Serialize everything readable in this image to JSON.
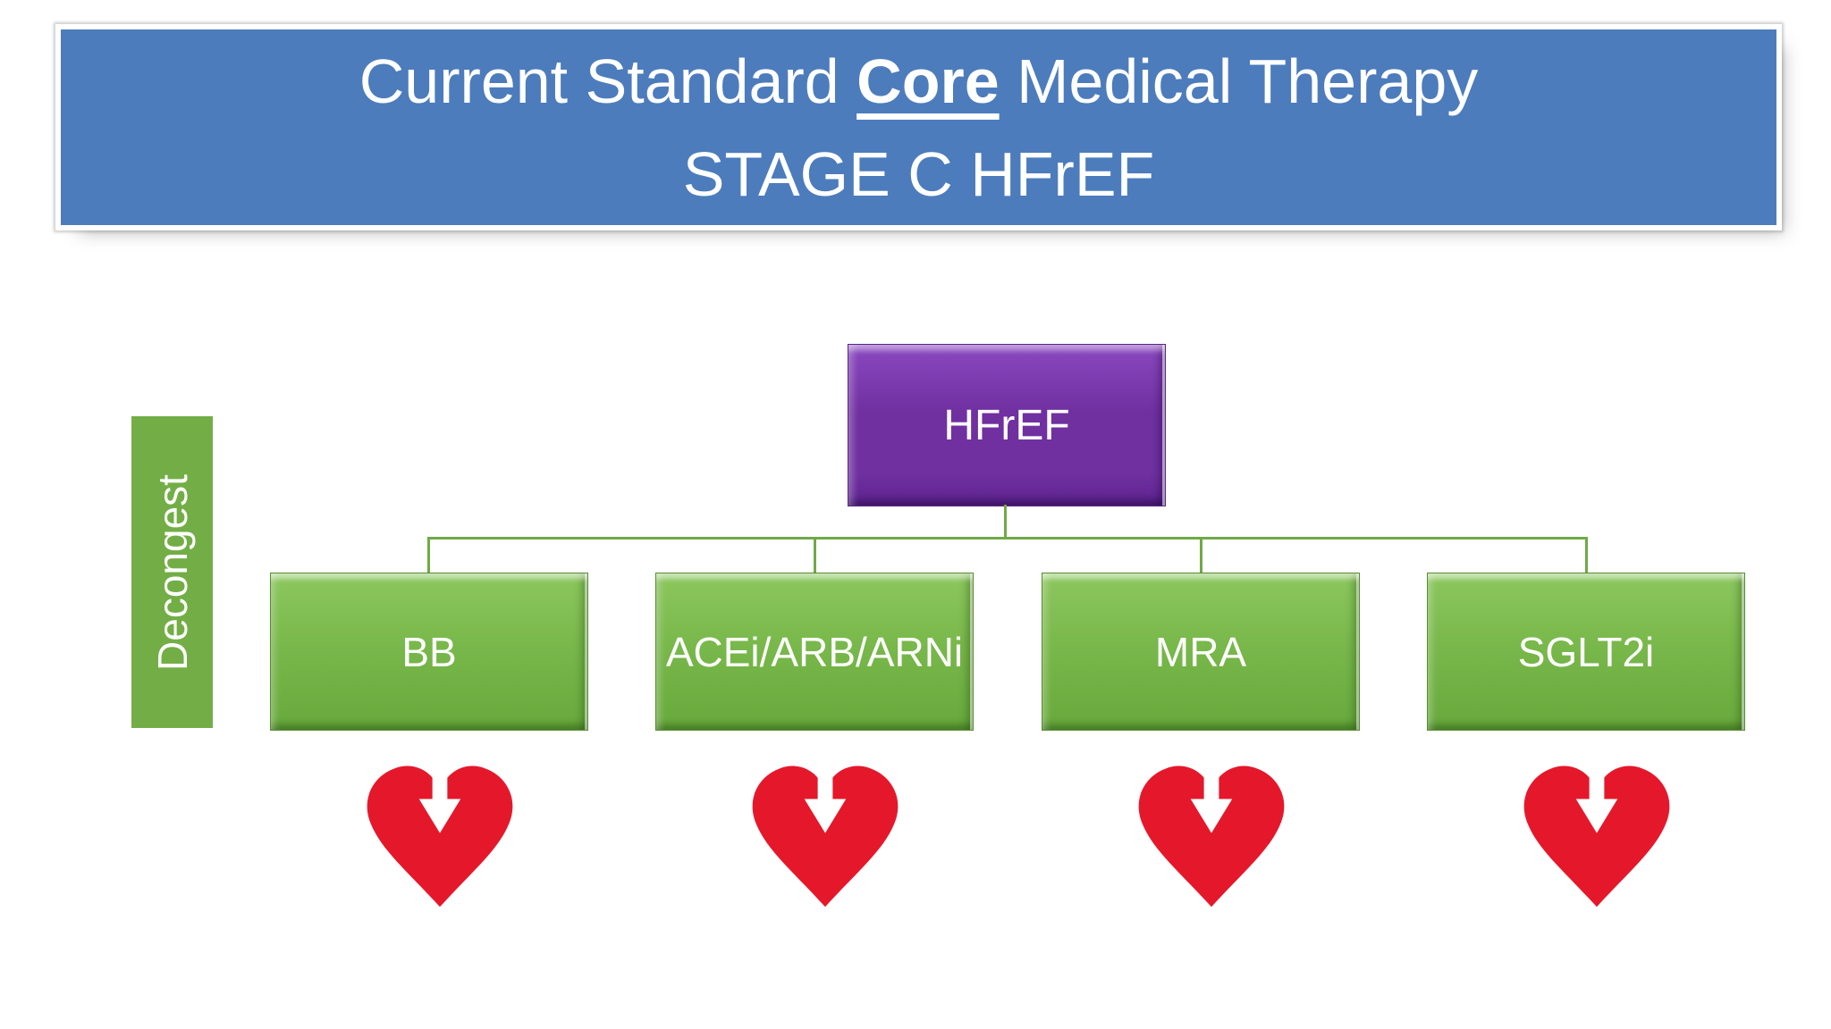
{
  "slide": {
    "title": {
      "line1_prefix": "Current Standard ",
      "line1_emphasis": "Core",
      "line1_suffix": " Medical Therapy",
      "line2": "STAGE C HFrEF"
    },
    "side_label": "Decongest",
    "root": {
      "label": "HFrEF"
    },
    "children": [
      {
        "label": "BB",
        "icon": "heart-down-arrow-icon"
      },
      {
        "label": "ACEi/ARB/ARNi",
        "icon": "heart-down-arrow-icon"
      },
      {
        "label": "MRA",
        "icon": "heart-down-arrow-icon"
      },
      {
        "label": "SGLT2i",
        "icon": "heart-down-arrow-icon"
      }
    ],
    "colors": {
      "banner_blue": "#4C7CBC",
      "root_purple": "#7030A0",
      "root_purple_light": "#8A48C0",
      "root_purple_dark": "#5E2390",
      "node_green": "#70AD47",
      "node_green_light": "#8CC75E",
      "node_green_dark": "#5A9434",
      "side_bar_green": "#72AE45",
      "connector_green": "#70A946",
      "heart_red": "#E5182B",
      "text_white": "#FFFFFF"
    }
  }
}
